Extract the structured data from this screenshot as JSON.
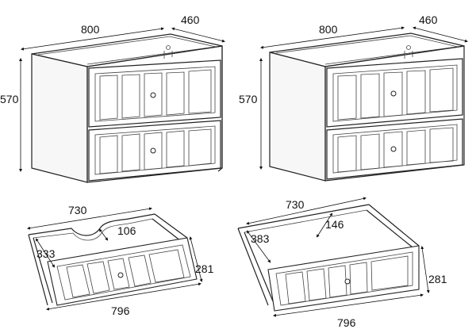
{
  "diagram": {
    "cabinets": [
      {
        "width_label": "800",
        "depth_label": "460",
        "height_label": "570"
      },
      {
        "width_label": "800",
        "depth_label": "460",
        "height_label": "570"
      }
    ],
    "drawers": [
      {
        "width_label": "730",
        "depth_label": "333",
        "cutout_label": "106",
        "height_label": "281",
        "front_label": "796"
      },
      {
        "width_label": "730",
        "depth_label": "383",
        "cutout_label": "146",
        "height_label": "281",
        "front_label": "796"
      }
    ]
  }
}
